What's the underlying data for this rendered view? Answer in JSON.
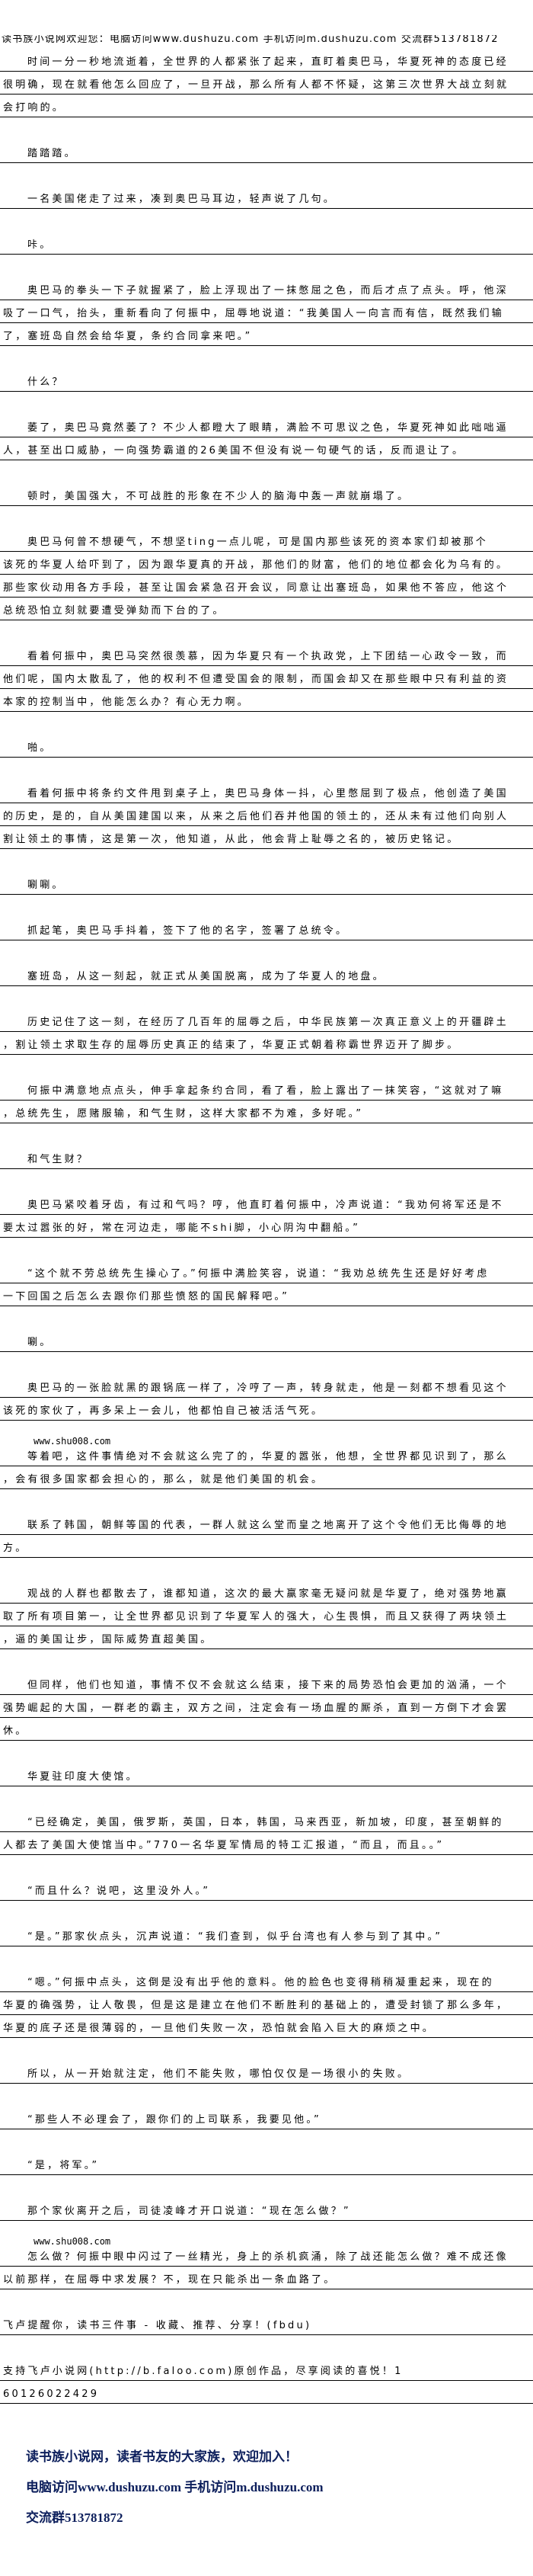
{
  "banner": "读书族小说网欢迎您：电脑访问www.dushuzu.com 手机访问m.dushuzu.com 交流群513781872",
  "paragraphs": [
    {
      "lines": [
        "时间一分一秒地流逝着，全世界的人都紧张了起来，直盯着奥巴马，华夏死神的态度已经",
        "很明确，现在就看他怎么回应了，一旦开战，那么所有人都不怀疑，这第三次世界大战立刻就",
        "会打响的。"
      ]
    },
    {
      "lines": [
        "踏踏踏。"
      ]
    },
    {
      "lines": [
        "一名美国佬走了过来，凑到奥巴马耳边，轻声说了几句。"
      ]
    },
    {
      "lines": [
        "咔。"
      ]
    },
    {
      "lines": [
        "奥巴马的拳头一下子就握紧了，脸上浮现出了一抹憋屈之色，而后才点了点头。呼，他深",
        "吸了一口气，抬头，重新看向了何振中，屈辱地说道：“我美国人一向言而有信，既然我们输",
        "了，塞班岛自然会给华夏，条约合同拿来吧。”"
      ]
    },
    {
      "lines": [
        "什么？"
      ]
    },
    {
      "lines": [
        "萎了，奥巴马竟然萎了？不少人都瞪大了眼睛，满脸不可思议之色，华夏死神如此咄咄逼",
        "人，甚至出口威胁，一向强势霸道的26美国不但没有说一句硬气的话，反而退让了。"
      ]
    },
    {
      "lines": [
        "顿时，美国强大，不可战胜的形象在不少人的脑海中轰一声就崩塌了。"
      ]
    },
    {
      "lines": [
        "奥巴马何曾不想硬气，不想坚ting一点儿呢，可是国内那些该死的资本家们却被那个",
        "该死的华夏人给吓到了，因为跟华夏真的开战，那他们的财富，他们的地位都会化为乌有的。",
        "那些家伙动用各方手段，甚至让国会紧急召开会议，同意让出塞班岛，如果他不答应，他这个",
        "总统恐怕立刻就要遭受弹劾而下台的了。"
      ]
    },
    {
      "lines": [
        "看着何振中，奥巴马突然很羡慕，因为华夏只有一个执政党，上下团结一心政令一致，而",
        "他们呢，国内太散乱了，他的权利不但遭受国会的限制，而国会却又在那些眼中只有利益的资",
        "本家的控制当中，他能怎么办？有心无力啊。"
      ]
    },
    {
      "lines": [
        "啪。"
      ]
    },
    {
      "lines": [
        "看着何振中将条约文件甩到桌子上，奥巴马身体一抖，心里憋屈到了极点，他创造了美国",
        "的历史，是的，自从美国建国以来，从来之后他们吞并他国的领土的，还从未有过他们向别人",
        "割让领土的事情，这是第一次，他知道，从此，他会背上耻辱之名的，被历史铭记。"
      ]
    },
    {
      "lines": [
        "唰唰。"
      ]
    },
    {
      "lines": [
        "抓起笔，奥巴马手抖着，签下了他的名字，签署了总统令。"
      ]
    },
    {
      "lines": [
        "塞班岛，从这一刻起，就正式从美国脱离，成为了华夏人的地盘。"
      ]
    },
    {
      "lines": [
        "历史记住了这一刻，在经历了几百年的屈辱之后，中华民族第一次真正意义上的开疆辟土",
        "，割让领土求取生存的屈辱历史真正的结束了，华夏正式朝着称霸世界迈开了脚步。"
      ]
    },
    {
      "lines": [
        "何振中满意地点点头，伸手拿起条约合同，看了看，脸上露出了一抹笑容，“这就对了嘛",
        "，总统先生，愿赌服输，和气生财，这样大家都不为难，多好呢。”"
      ]
    },
    {
      "lines": [
        "和气生财？"
      ]
    },
    {
      "lines": [
        "奥巴马紧咬着牙齿，有过和气吗？哼，他直盯着何振中，冷声说道：“我劝何将军还是不",
        "要太过嚣张的好，常在河边走，哪能不shi脚，小心阴沟中翻船。”"
      ]
    },
    {
      "lines": [
        "“这个就不劳总统先生操心了。”何振中满脸笑容，说道：“我劝总统先生还是好好考虑",
        "一下回国之后怎么去跟你们那些愤怒的国民解释吧。”"
      ]
    },
    {
      "lines": [
        "唰。"
      ]
    },
    {
      "lines": [
        "奥巴马的一张脸就黑的跟锅底一样了，冷哼了一声，转身就走，他是一刻都不想看见这个",
        "该死的家伙了，再多呆上一会儿，他都怕自己被活活气死。"
      ],
      "watermark_after": "www.shu008.com"
    },
    {
      "lines": [
        "等着吧，这件事情绝对不会就这么完了的，华夏的嚣张，他想，全世界都见识到了，那么",
        "，会有很多国家都会担心的，那么，就是他们美国的机会。"
      ]
    },
    {
      "lines": [
        "联系了韩国，朝鲜等国的代表，一群人就这么堂而皇之地离开了这个令他们无比侮辱的地",
        "方。"
      ]
    },
    {
      "lines": [
        "观战的人群也都散去了，谁都知道，这次的最大赢家毫无疑问就是华夏了，绝对强势地赢",
        "取了所有项目第一，让全世界都见识到了华夏军人的强大，心生畏惧，而且又获得了两块领土",
        "，逼的美国让步，国际威势直超美国。"
      ]
    },
    {
      "lines": [
        "但同样，他们也知道，事情不仅不会就这么结束，接下来的局势恐怕会更加的汹涌，一个",
        "强势崛起的大国，一群老的霸主，双方之间，注定会有一场血腥的厮杀，直到一方倒下才会罢",
        "休。"
      ]
    },
    {
      "lines": [
        "华夏驻印度大使馆。"
      ]
    },
    {
      "lines": [
        "“已经确定，美国，俄罗斯，英国，日本，韩国，马来西亚，新加坡，印度，甚至朝鲜的",
        "人都去了美国大使馆当中。”770一名华夏军情局的特工汇报道，“而且，而且。。”"
      ]
    },
    {
      "lines": [
        "“而且什么？说吧，这里没外人。”"
      ]
    },
    {
      "lines": [
        "“是。”那家伙点头，沉声说道：“我们查到，似乎台湾也有人参与到了其中。”"
      ]
    },
    {
      "lines": [
        "“嗯。”何振中点头，这倒是没有出乎他的意料。他的脸色也变得稍稍凝重起来，现在的",
        "华夏的确强势，让人敬畏，但是这是建立在他们不断胜利的基础上的，遭受封锁了那么多年，",
        "华夏的底子还是很薄弱的，一旦他们失败一次，恐怕就会陷入巨大的麻烦之中。"
      ]
    },
    {
      "lines": [
        "所以，从一开始就注定，他们不能失败，哪怕仅仅是一场很小的失败。"
      ]
    },
    {
      "lines": [
        "“那些人不必理会了，跟你们的上司联系，我要见他。”"
      ]
    },
    {
      "lines": [
        "“是，将军。”"
      ]
    },
    {
      "lines": [
        "那个家伙离开之后，司徒凌峰才开口说道：“现在怎么做？”"
      ],
      "watermark_after": "www.shu008.com"
    },
    {
      "lines": [
        "怎么做？何振中眼中闪过了一丝精光，身上的杀机疯涌，除了战还能怎么做？难不成还像",
        "以前那样，在屈辱中求发展？不，现在只能杀出一条血路了。"
      ]
    }
  ],
  "footer_notes": [
    {
      "lines": [
        "飞卢提醒你，读书三件事 - 收藏、推荐、分享！(fbdu)"
      ],
      "noindent": true
    },
    {
      "lines": [
        "支持飞卢小说网(http://b.faloo.com)原创作品，尽享阅读的喜悦！1",
        "60126022429"
      ],
      "noindent": true
    }
  ],
  "promo": {
    "welcome": "读书族小说网，读者书友的大家族，欢迎加入！",
    "access": "电脑访问www.dushuzu.com 手机访问m.dushuzu.com",
    "group": "交流群513781872"
  }
}
